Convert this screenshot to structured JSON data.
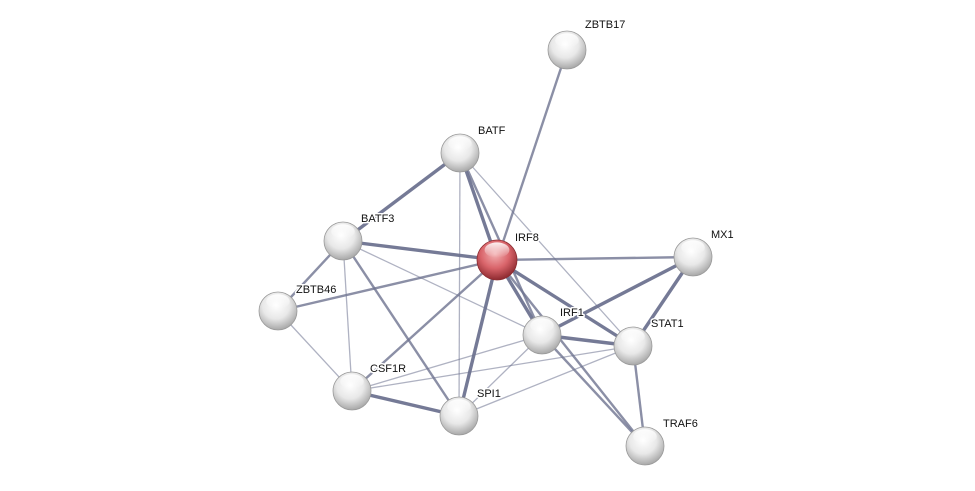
{
  "network": {
    "nodes": [
      {
        "id": "ZBTB17",
        "label": "ZBTB17",
        "query": false
      },
      {
        "id": "BATF",
        "label": "BATF",
        "query": false
      },
      {
        "id": "BATF3",
        "label": "BATF3",
        "query": false
      },
      {
        "id": "IRF8",
        "label": "IRF8",
        "query": true
      },
      {
        "id": "MX1",
        "label": "MX1",
        "query": false
      },
      {
        "id": "ZBTB46",
        "label": "ZBTB46",
        "query": false
      },
      {
        "id": "IRF1",
        "label": "IRF1",
        "query": false
      },
      {
        "id": "STAT1",
        "label": "STAT1",
        "query": false
      },
      {
        "id": "CSF1R",
        "label": "CSF1R",
        "query": false
      },
      {
        "id": "SPI1",
        "label": "SPI1",
        "query": false
      },
      {
        "id": "TRAF6",
        "label": "TRAF6",
        "query": false
      }
    ],
    "edges": [
      {
        "source": "ZBTB17",
        "target": "IRF8",
        "strength": 2
      },
      {
        "source": "BATF",
        "target": "BATF3",
        "strength": 3
      },
      {
        "source": "BATF",
        "target": "IRF8",
        "strength": 3
      },
      {
        "source": "BATF",
        "target": "SPI1",
        "strength": 1
      },
      {
        "source": "BATF",
        "target": "IRF1",
        "strength": 2
      },
      {
        "source": "BATF",
        "target": "STAT1",
        "strength": 1
      },
      {
        "source": "BATF3",
        "target": "IRF8",
        "strength": 3
      },
      {
        "source": "BATF3",
        "target": "ZBTB46",
        "strength": 2
      },
      {
        "source": "BATF3",
        "target": "CSF1R",
        "strength": 1
      },
      {
        "source": "BATF3",
        "target": "SPI1",
        "strength": 2
      },
      {
        "source": "BATF3",
        "target": "IRF1",
        "strength": 1
      },
      {
        "source": "IRF8",
        "target": "ZBTB46",
        "strength": 2
      },
      {
        "source": "IRF8",
        "target": "MX1",
        "strength": 2
      },
      {
        "source": "IRF8",
        "target": "IRF1",
        "strength": 3
      },
      {
        "source": "IRF8",
        "target": "STAT1",
        "strength": 3
      },
      {
        "source": "IRF8",
        "target": "CSF1R",
        "strength": 2
      },
      {
        "source": "IRF8",
        "target": "SPI1",
        "strength": 3
      },
      {
        "source": "IRF8",
        "target": "TRAF6",
        "strength": 2
      },
      {
        "source": "ZBTB46",
        "target": "CSF1R",
        "strength": 1
      },
      {
        "source": "CSF1R",
        "target": "SPI1",
        "strength": 3
      },
      {
        "source": "CSF1R",
        "target": "IRF1",
        "strength": 1
      },
      {
        "source": "CSF1R",
        "target": "STAT1",
        "strength": 1
      },
      {
        "source": "SPI1",
        "target": "IRF1",
        "strength": 1
      },
      {
        "source": "SPI1",
        "target": "STAT1",
        "strength": 1
      },
      {
        "source": "IRF1",
        "target": "STAT1",
        "strength": 3
      },
      {
        "source": "IRF1",
        "target": "MX1",
        "strength": 3
      },
      {
        "source": "STAT1",
        "target": "MX1",
        "strength": 3
      },
      {
        "source": "STAT1",
        "target": "TRAF6",
        "strength": 2
      },
      {
        "source": "IRF1",
        "target": "TRAF6",
        "strength": 2
      }
    ],
    "colors": {
      "edge": "#6e7390",
      "node": "#e6e6e6",
      "query_node": "#d9646a"
    }
  }
}
